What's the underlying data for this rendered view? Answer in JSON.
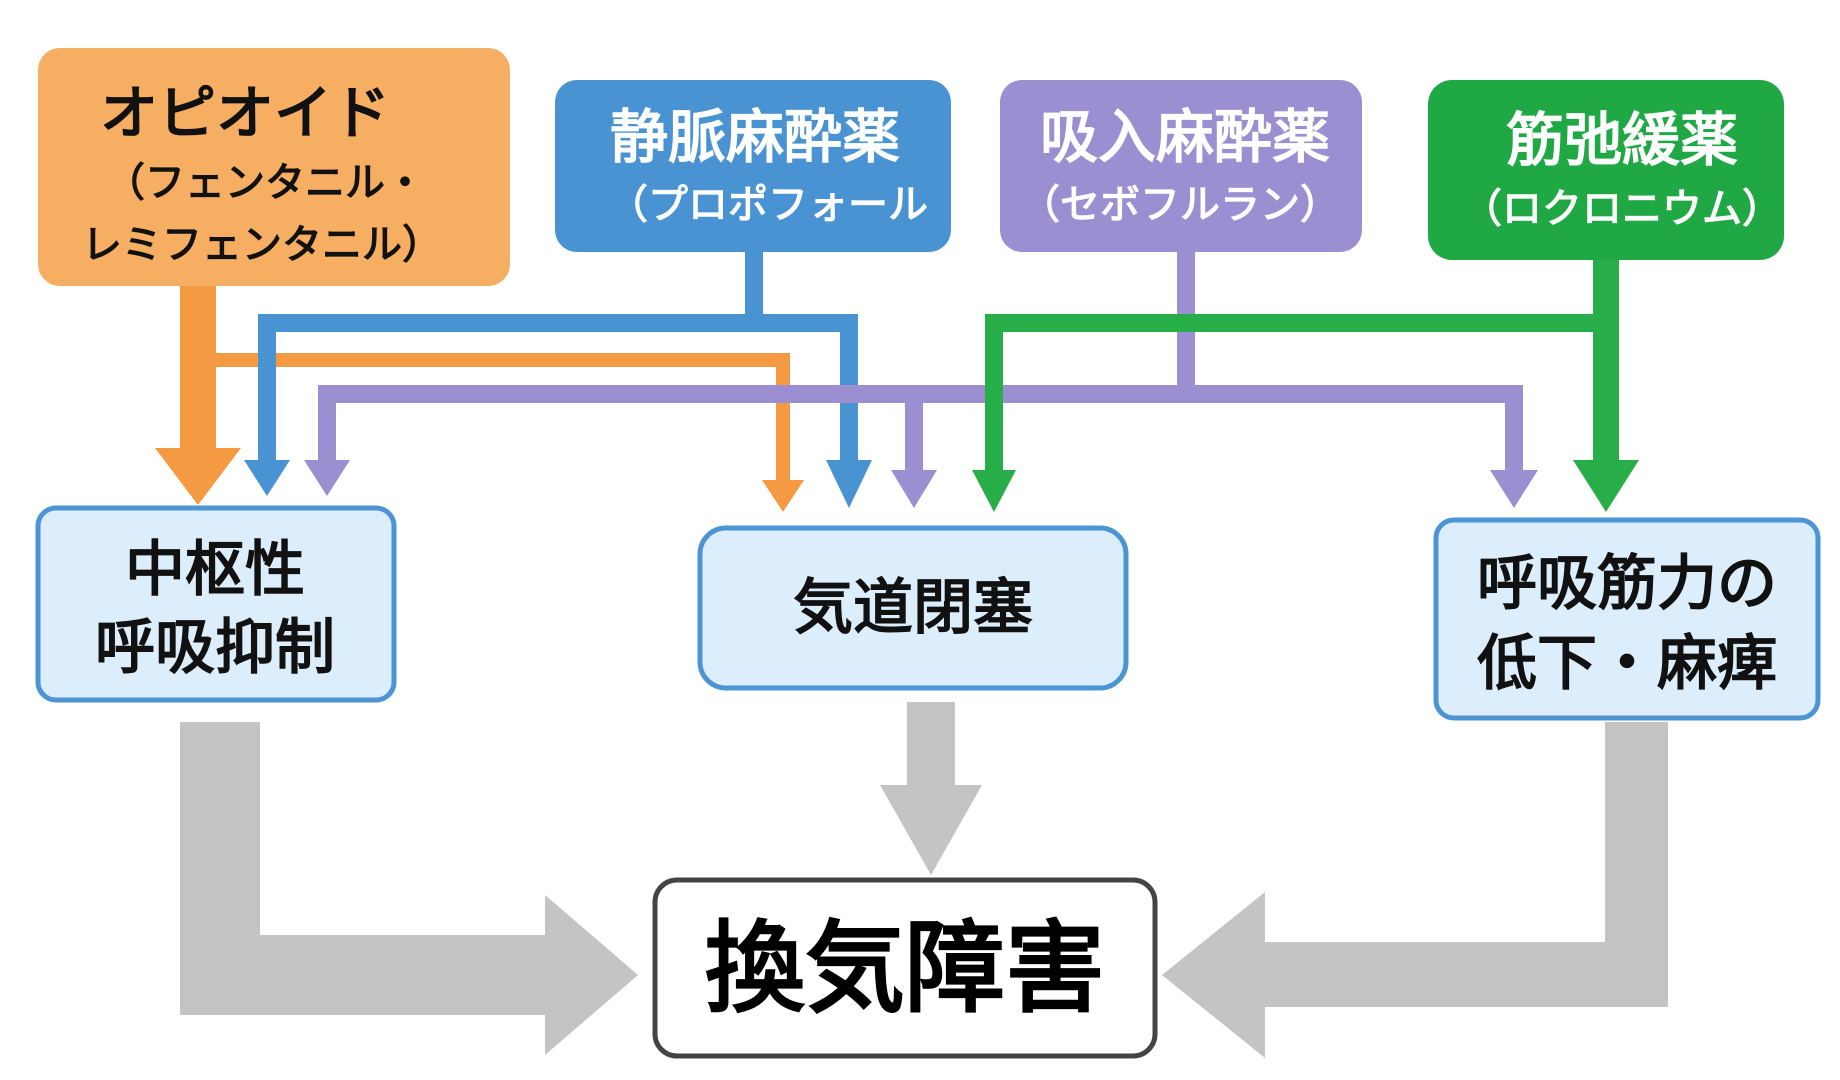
{
  "colors": {
    "opioid": "#F39A42",
    "opioid_box": "#F5AE62",
    "iv": "#4A93D3",
    "iv_box": "#4A93D3",
    "inhaled": "#9B8FD2",
    "inhaled_box": "#9B8FD2",
    "relaxant": "#28AE48",
    "relaxant_box": "#20A845",
    "effect_fill": "#DCEEFB",
    "effect_border": "#4C94D4",
    "flow": "#C4C4C4",
    "final_border": "#444444"
  },
  "drugs": {
    "opioid": {
      "title": "オピオイド",
      "sub1": "（フェンタニル・",
      "sub2": "レミフェンタニル）"
    },
    "iv": {
      "title": "静脈麻酔薬",
      "sub": "（プロポフォール"
    },
    "inhaled": {
      "title": "吸入麻酔薬",
      "sub": "（セボフルラン）"
    },
    "relaxant": {
      "title": "筋弛緩薬",
      "sub": "（ロクロニウム）"
    }
  },
  "effects": {
    "central": {
      "line1": "中枢性",
      "line2": "呼吸抑制"
    },
    "airway": {
      "line1": "気道閉塞"
    },
    "muscle": {
      "line1": "呼吸筋力の",
      "line2": "低下・麻痺"
    }
  },
  "result": {
    "label": "換気障害"
  }
}
